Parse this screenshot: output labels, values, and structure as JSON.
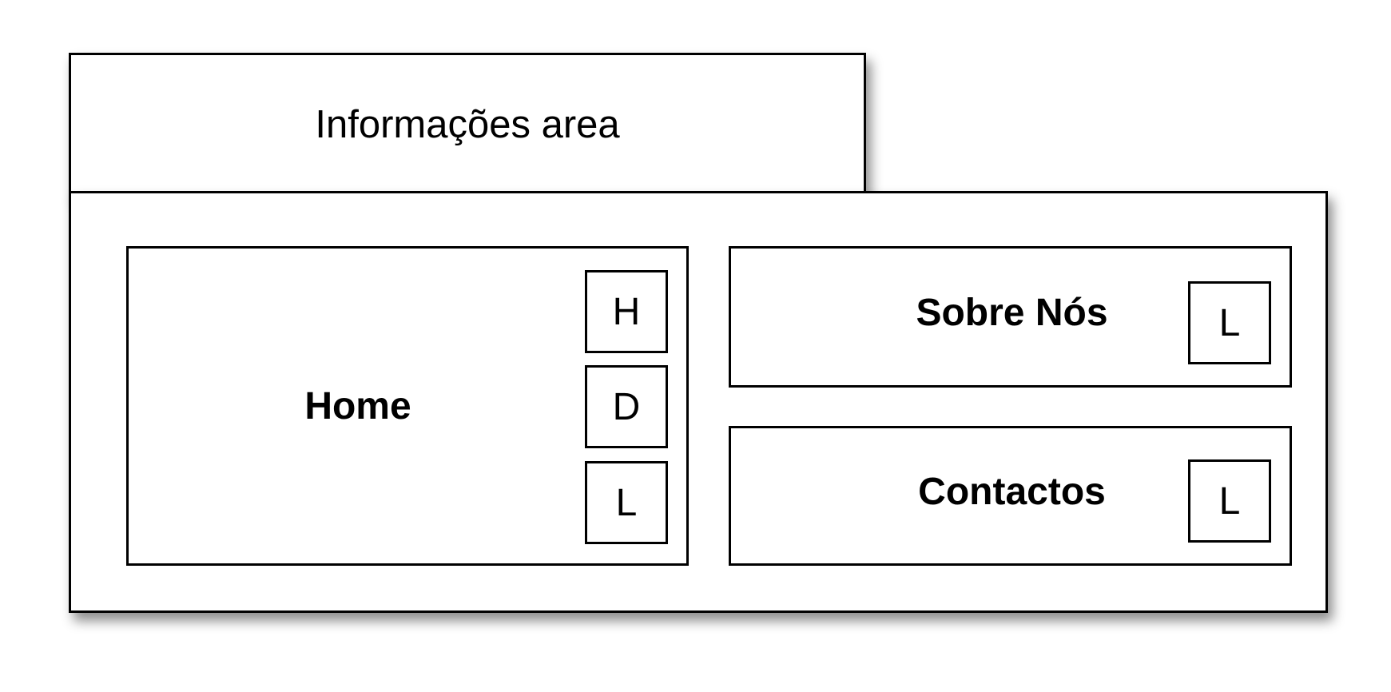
{
  "info_area": {
    "label": "Informações area"
  },
  "nav": {
    "home": {
      "label": "Home",
      "badges": [
        "H",
        "D",
        "L"
      ]
    },
    "sobre": {
      "label": "Sobre Nós",
      "badge": "L"
    },
    "contactos": {
      "label": "Contactos",
      "badge": "L"
    }
  }
}
